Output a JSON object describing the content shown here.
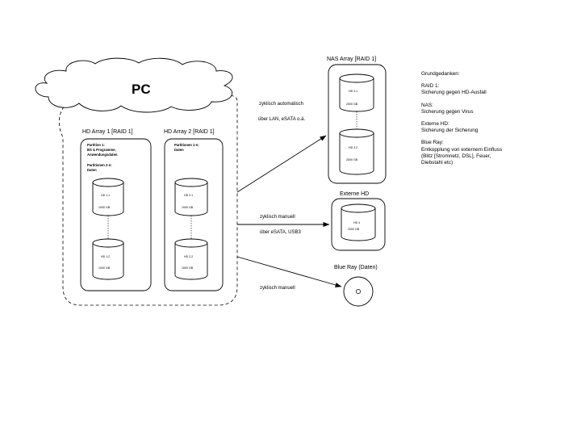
{
  "pc_label": "PC",
  "hd_array_1": {
    "title": "HD Array 1 [RAID 1]",
    "partition_1_title": "Partition 1:",
    "partition_1_line_1": "BS & Programme,",
    "partition_1_line_2": "Anwendungsdaten",
    "partition_2_title": "Partitionen 2-n:",
    "partition_2_line_1": "Daten",
    "disk_a_name": "HD 1.1",
    "disk_a_size": "1000 GB",
    "disk_b_name": "HD 1.2",
    "disk_b_size": "1000 GB"
  },
  "hd_array_2": {
    "title": "HD Array 2 [RAID 1]",
    "partition_title": "Partitionen 1-n:",
    "partition_line_1": "Daten",
    "disk_a_name": "HD 2.1",
    "disk_a_size": "1000 GB",
    "disk_b_name": "HD 2.2",
    "disk_b_size": "1000 GB"
  },
  "nas": {
    "title": "NAS Array [RAID 1]",
    "disk_a_name": "HD 3.1",
    "disk_a_size": "2000 GB",
    "disk_b_name": "HD 3.2",
    "disk_b_size": "2000 GB"
  },
  "externe_hd": {
    "title": "Externe HD",
    "disk_name": "HD 4",
    "disk_size": "2000 GB"
  },
  "bluray": {
    "title": "Blue Ray (Daten)"
  },
  "edges": {
    "nas_line_1": "zyklisch automatisch",
    "nas_line_2": "über LAN, eSATA o.ä.",
    "ext_line_1": "zyklisch manuell",
    "ext_line_2": "über eSATA, USB3",
    "bluray_line_1": "zyklisch manuell"
  },
  "notes": {
    "heading": "Grundgedanken:",
    "raid_title": "RAID 1:",
    "raid_text": "Sicherung gegen HD-Ausfall",
    "nas_title": "NAS:",
    "nas_text": "Sicherung gegen Virus",
    "ext_title": "Externe HD:",
    "ext_text": "Sicherung der Sicherung",
    "bluray_title": "Blue Ray:",
    "bluray_text_1": "Entkopplung von externem Einfluss",
    "bluray_text_2": "(Blitz [Stromnetz, DSL], Feuer,",
    "bluray_text_3": "Diebstahl etc)"
  }
}
